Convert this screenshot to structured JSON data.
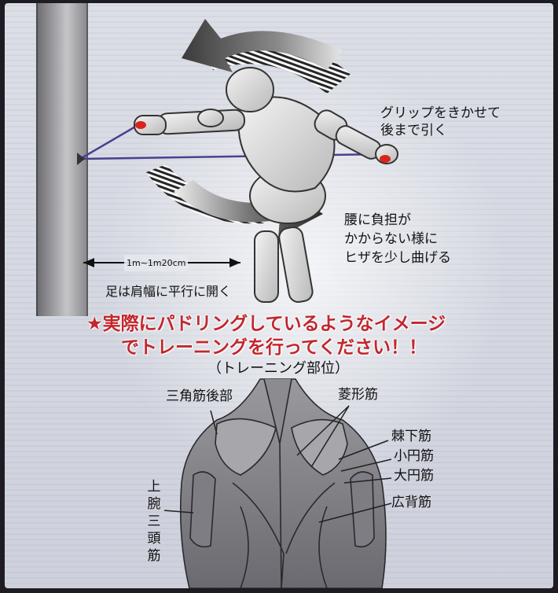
{
  "instructions": {
    "grip_line1": "グリップをきかせて",
    "grip_line2": "後まで引く",
    "knee_line1": "腰に負担が",
    "knee_line2": "かからない様に",
    "knee_line3": "ヒザを少し曲げる",
    "distance": "1m~1m20cm",
    "feet": "足は肩幅に平行に開く"
  },
  "headline": {
    "line1": "★実際にパドリングしているようなイメージ",
    "line2": "でトレーニングを行ってください！！"
  },
  "training_area": {
    "title": "（トレーニング部位）",
    "labels": {
      "posterior_deltoid": "三角筋後部",
      "rhomboid": "菱形筋",
      "infraspinatus": "棘下筋",
      "teres_minor": "小円筋",
      "teres_major": "大円筋",
      "latissimus": "広背筋",
      "triceps": "上腕三頭筋"
    }
  },
  "colors": {
    "headline": "#c1272d",
    "grip_marker": "#d8241c",
    "band": "#4b3f8f"
  }
}
